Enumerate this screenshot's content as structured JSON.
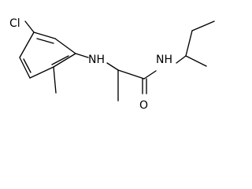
{
  "molecule": {
    "atoms": {
      "chlorine": "Cl",
      "amine": "NH",
      "amide_n": "NH",
      "oxygen": "O"
    }
  },
  "colors": {
    "background": "#ffffff",
    "bond": "#000000",
    "text": "#000000"
  }
}
